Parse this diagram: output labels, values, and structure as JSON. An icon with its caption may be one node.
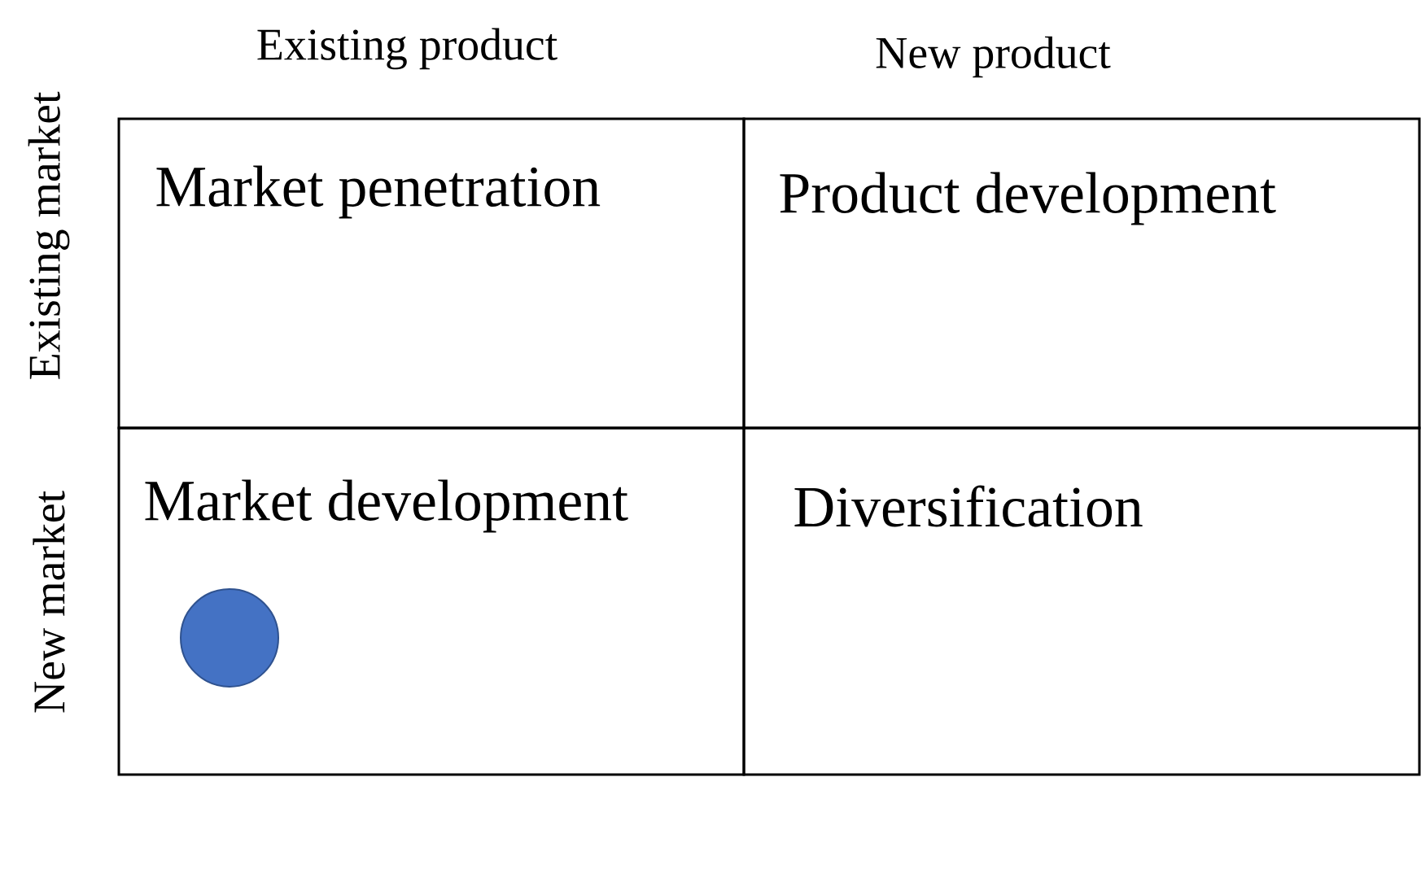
{
  "diagram": {
    "nodes": [
      {
        "text": [
          "Market penetration"
        ]
      },
      {
        "text": [
          "Product development"
        ]
      },
      {
        "text": [
          "Market development"
        ]
      },
      {
        "text": [
          "Diversification"
        ]
      },
      {
        "text": [],
        "shape": "circle",
        "in": 2
      }
    ],
    "edges": [],
    "labels": [
      "Existing product",
      "New product",
      "Existing market",
      "New market"
    ]
  }
}
